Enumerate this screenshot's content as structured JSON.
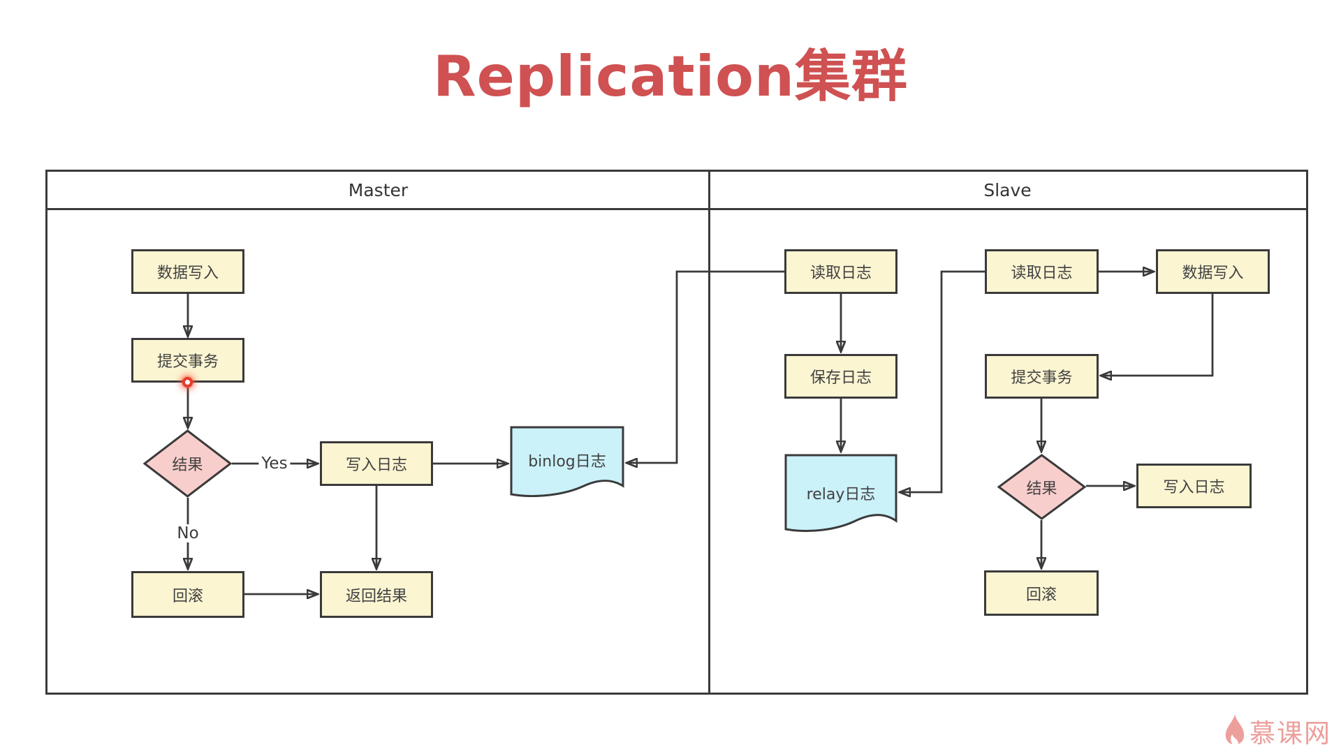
{
  "title": "Replication集群",
  "lanes": {
    "master": "Master",
    "slave": "Slave"
  },
  "nodes": {
    "m_data_write": "数据写入",
    "m_commit": "提交事务",
    "m_result": "结果",
    "m_write_log": "写入日志",
    "m_binlog": "binlog日志",
    "m_rollback": "回滚",
    "m_return_result": "返回结果",
    "s_read_log_1": "读取日志",
    "s_save_log": "保存日志",
    "s_relay_log": "relay日志",
    "s_read_log_2": "读取日志",
    "s_data_write": "数据写入",
    "s_commit": "提交事务",
    "s_result": "结果",
    "s_write_log": "写入日志",
    "s_rollback": "回滚"
  },
  "edge_labels": {
    "yes": "Yes",
    "no": "No"
  },
  "watermark": {
    "brand": "慕课网"
  },
  "colors": {
    "title_red": "#CF5152",
    "process_fill": "#FBF5D2",
    "decision_fill": "#F8CECC",
    "document_fill": "#CBF1F9",
    "stroke": "#3A3A3A",
    "cursor_red": "#E8392B",
    "watermark_pink": "#EC9F9B"
  }
}
